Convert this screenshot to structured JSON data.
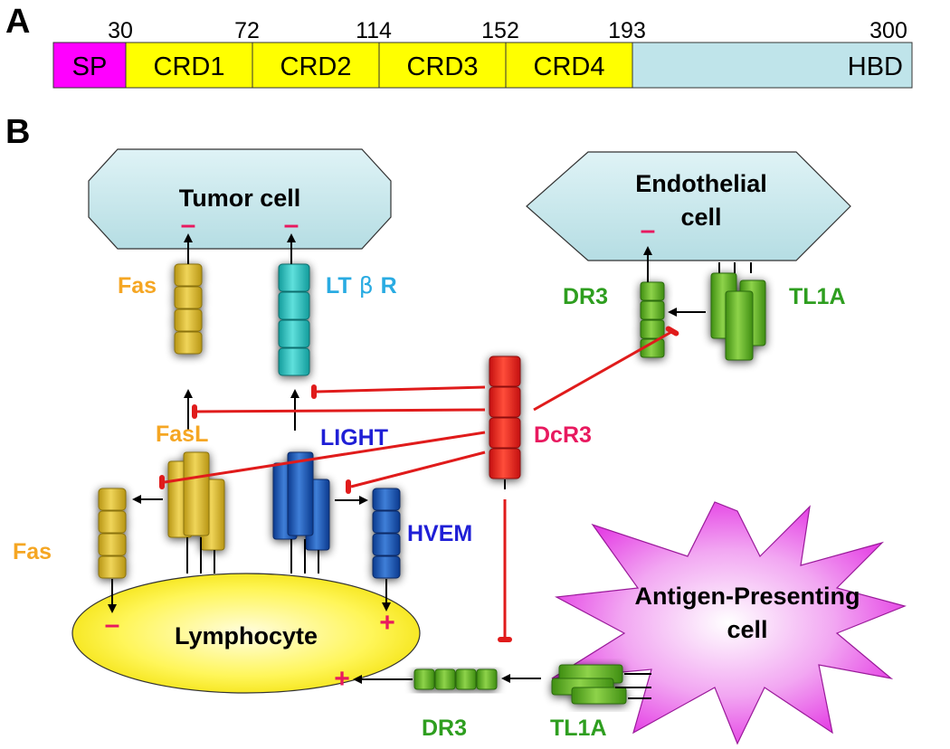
{
  "panels": {
    "a": "A",
    "b": "B"
  },
  "domain_bar": {
    "segments": [
      {
        "label": "SP",
        "color": "#ff00ff"
      },
      {
        "label": "CRD1",
        "color": "#ffff00"
      },
      {
        "label": "CRD2",
        "color": "#ffff00"
      },
      {
        "label": "CRD3",
        "color": "#ffff00"
      },
      {
        "label": "CRD4",
        "color": "#ffff00"
      },
      {
        "label": "HBD",
        "color": "#bfe4ea"
      }
    ],
    "positions": [
      "30",
      "72",
      "114",
      "152",
      "193",
      "300"
    ]
  },
  "cells": {
    "tumor": "Tumor cell",
    "endothelial_line1": "Endothelial",
    "endothelial_line2": "cell",
    "lymphocyte": "Lymphocyte",
    "apc_line1": "Antigen-Presenting",
    "apc_line2": "cell"
  },
  "molecules": {
    "fas_top": "Fas",
    "ltbr": "LT",
    "ltbr_beta": "β",
    "ltbr_r": "R",
    "dr3_top": "DR3",
    "tl1a_top": "TL1A",
    "fasl": "FasL",
    "light": "LIGHT",
    "dcr3": "DcR3",
    "fas_bottom": "Fas",
    "hvem": "HVEM",
    "dr3_bottom": "DR3",
    "tl1a_bottom": "TL1A"
  },
  "signs": {
    "minus": "–",
    "plus": "+"
  },
  "colors": {
    "fas": "#f5a623",
    "ltbr": "#29abe2",
    "dr3_tl1a": "#2e9e1f",
    "light_hvem": "#1f1fd6",
    "dcr3": "#e8195f",
    "inhibition": "#e01b1b",
    "sign": "#e8195f"
  }
}
